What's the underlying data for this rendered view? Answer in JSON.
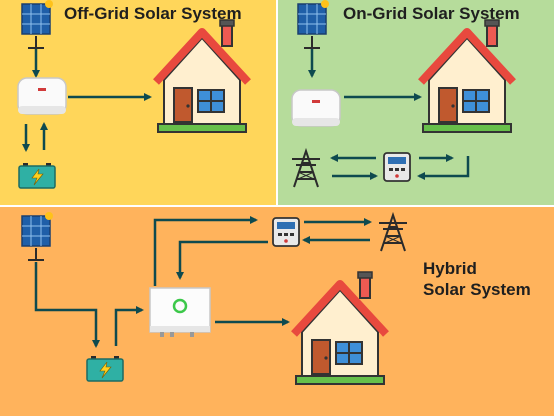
{
  "panels": {
    "off_grid": {
      "title": "Off-Grid Solar System",
      "color": "#ffd65a"
    },
    "on_grid": {
      "title": "On-Grid Solar System",
      "color": "#b6dc9b"
    },
    "hybrid": {
      "title_line1": "Hybrid",
      "title_line2": "Solar System",
      "color": "#ffb35c"
    }
  },
  "colors": {
    "arrow": "#0e4a4f",
    "divider": "#ffffff"
  },
  "icons": {
    "off_grid": [
      "solar-panel-icon",
      "inverter-icon",
      "battery-icon",
      "house-icon"
    ],
    "on_grid": [
      "solar-panel-icon",
      "inverter-icon",
      "meter-icon",
      "power-tower-icon",
      "house-icon"
    ],
    "hybrid": [
      "solar-panel-icon",
      "battery-icon",
      "hybrid-inverter-icon",
      "meter-icon",
      "power-tower-icon",
      "house-icon"
    ]
  }
}
